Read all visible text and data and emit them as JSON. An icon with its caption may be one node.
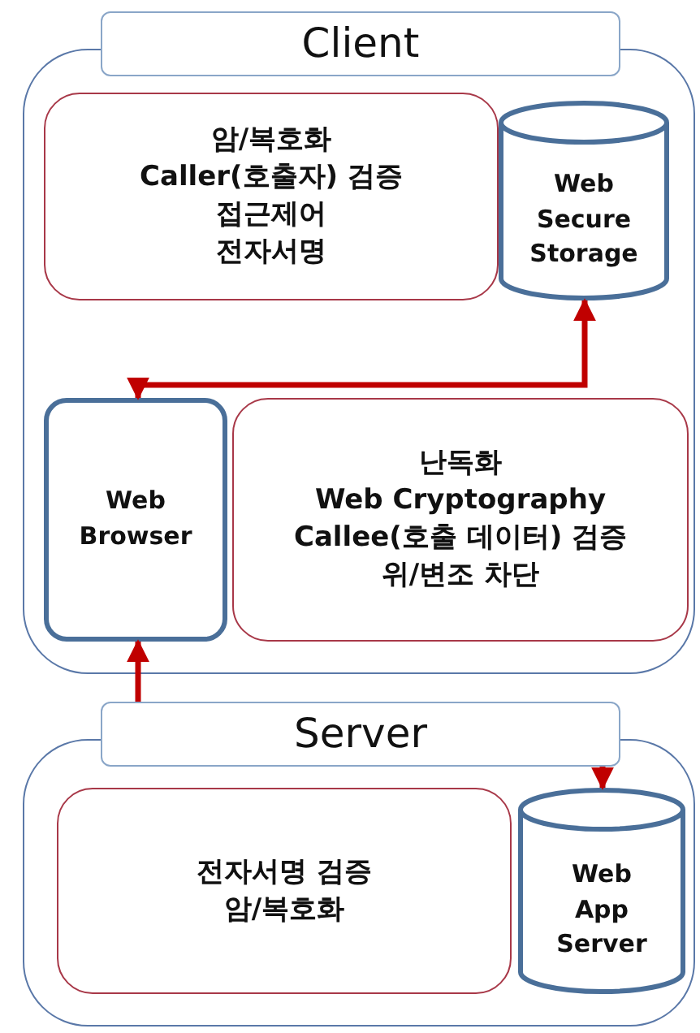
{
  "diagram": {
    "nodes": [
      {
        "text": [
          "Client"
        ]
      },
      {
        "text": [
          "암/복호화",
          "Caller(호출자) 검증",
          "접근제어",
          "전자서명"
        ],
        "in": 0
      },
      {
        "text": [
          "Web Secure Storage"
        ],
        "in": 0
      },
      {
        "text": [
          "Web Browser"
        ],
        "in": 0
      },
      {
        "text": [
          "난독화",
          "Web Cryptography",
          "Callee(호출 데이터) 검증",
          "위/변조 차단"
        ],
        "in": 0
      },
      {
        "text": [
          "Server"
        ]
      },
      {
        "text": [
          "전자서명 검증",
          "암/복호화"
        ],
        "in": 5
      },
      {
        "text": [
          "Web App Server"
        ],
        "in": 5
      }
    ],
    "edges": [
      {
        "from": 3,
        "to": 2,
        "arrow": "both"
      },
      {
        "from": 3,
        "to": 7,
        "arrow": "both"
      }
    ]
  }
}
